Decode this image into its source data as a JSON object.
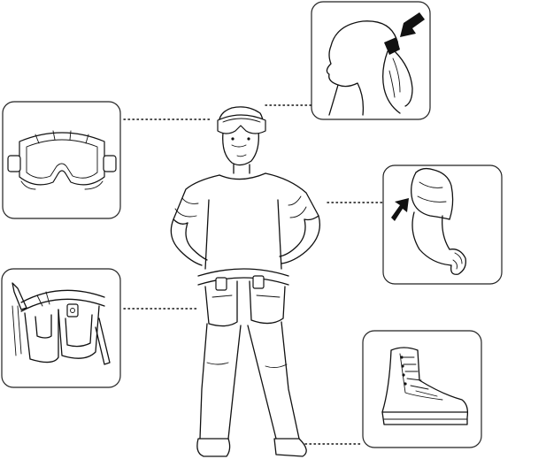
{
  "figure": {
    "subject": "child-wearing-safety-gear",
    "callouts": [
      {
        "id": "goggles",
        "icon": "safety-goggles-icon"
      },
      {
        "id": "tied-hair",
        "icon": "tied-back-hair-icon"
      },
      {
        "id": "rolled-sleeves",
        "icon": "rolled-up-sleeve-icon"
      },
      {
        "id": "tool-belt",
        "icon": "tool-belt-icon"
      },
      {
        "id": "boots",
        "icon": "work-boot-icon"
      }
    ]
  }
}
